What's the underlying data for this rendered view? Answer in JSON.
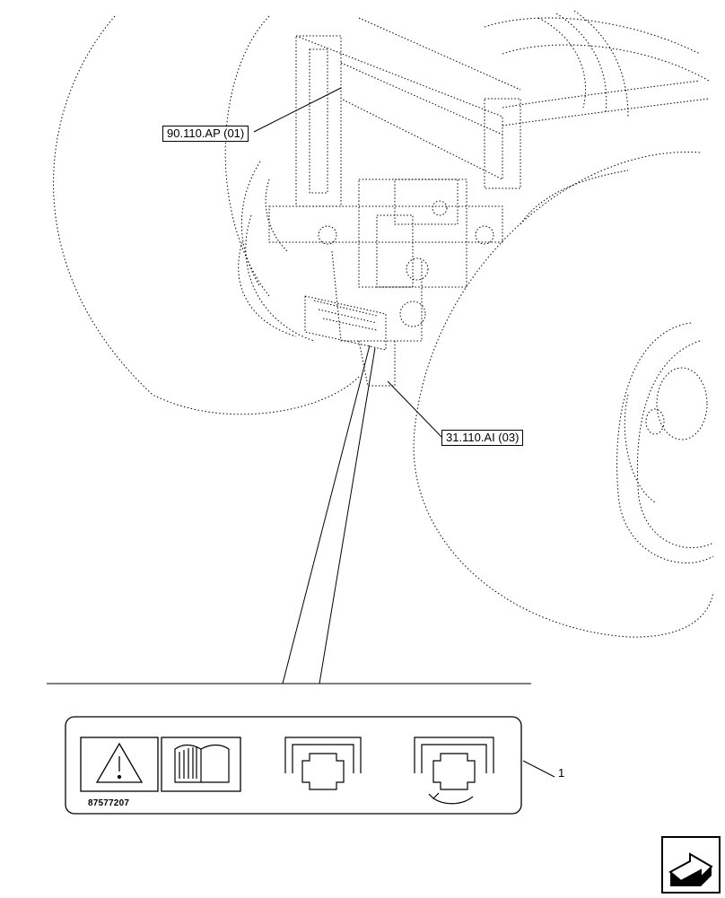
{
  "callouts": {
    "upper": "90.110.AP (01)",
    "lower": "31.110.AI (03)"
  },
  "item_number": "1",
  "decal": {
    "part_code": "87577207",
    "panels": [
      "warning-triangle-icon",
      "operator-manual-icon",
      "hitch-lock-icon",
      "hitch-rotate-icon"
    ]
  },
  "nav_icon": "next-page-arrow-icon",
  "colors": {
    "line": "#000000",
    "background": "#ffffff"
  }
}
